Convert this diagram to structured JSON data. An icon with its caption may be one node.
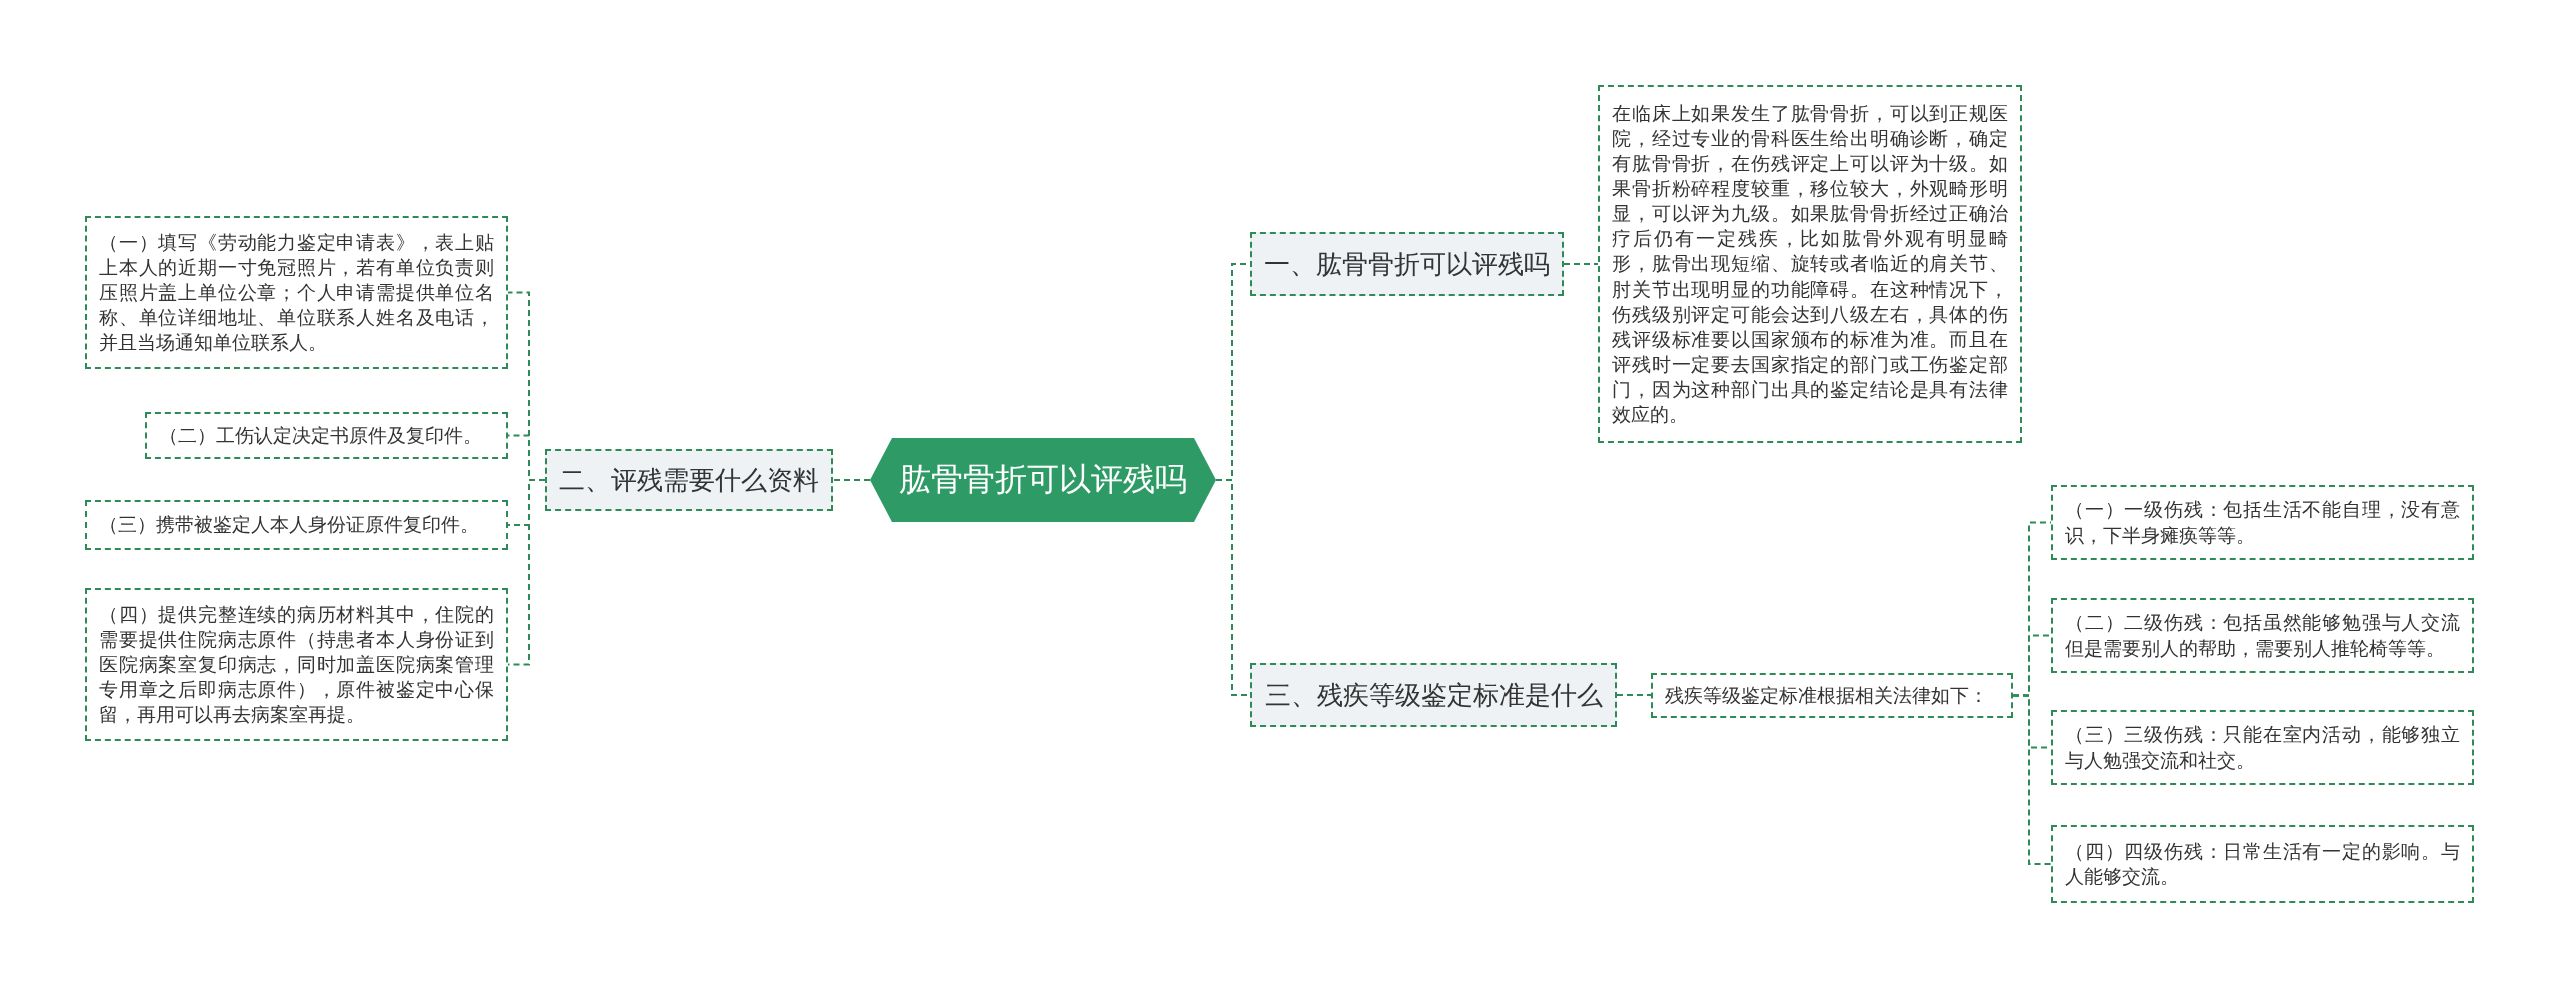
{
  "diagram": {
    "nodes": [
      {
        "text": [
          "肱骨骨折可以评残吗"
        ]
      },
      {
        "text": [
          "一、肱骨骨折可以评残吗"
        ]
      },
      {
        "text": [
          "在临床上如果发生了肱骨骨折，可以到正规医院，经过专业的骨科医生给出明确诊断，确定有肱骨骨折，在伤残评定上可以评为十级。如果骨折粉碎程度较重，移位较大，外观畸形明显，可以评为九级。如果肱骨骨折经过正确治疗后仍有一定残疾，比如肱骨外观有明显畸形，肱骨出现短缩、旋转或者临近的肩关节、肘关节出现明显的功能障碍。在这种情况下，伤残级别评定可能会达到八级左右，具体的伤残评级标准要以国家颁布的标准为准。而且在评残时一定要去国家指定的部门或工伤鉴定部门，因为这种部门出具的鉴定结论是具有法律效应的。"
        ]
      },
      {
        "text": [
          "二、评残需要什么资料"
        ]
      },
      {
        "text": [
          "（一）填写《劳动能力鉴定申请表》，表上贴上本人的近期一寸免冠照片，若有单位负责则压照片盖上单位公章；个人申请需提供单位名称、单位详细地址、单位联系人姓名及电话，并且当场通知单位联系人。"
        ]
      },
      {
        "text": [
          "（二）工伤认定决定书原件及复印件。"
        ]
      },
      {
        "text": [
          "（三）携带被鉴定人本人身份证原件复印件。"
        ]
      },
      {
        "text": [
          "（四）提供完整连续的病历材料其中，住院的需要提供住院病志原件（持患者本人身份证到医院病案室复印病志，同时加盖医院病案管理专用章之后即病志原件），原件被鉴定中心保留，再用可以再去病案室再提。"
        ]
      },
      {
        "text": [
          "三、残疾等级鉴定标准是什么"
        ]
      },
      {
        "text": [
          "残疾等级鉴定标准根据相关法律如下："
        ]
      },
      {
        "text": [
          "（一）一级伤残：包括生活不能自理，没有意识，下半身瘫痪等等。"
        ]
      },
      {
        "text": [
          "（二）二级伤残：包括虽然能够勉强与人交流但是需要别人的帮助，需要别人推轮椅等等。"
        ]
      },
      {
        "text": [
          "（三）三级伤残：只能在室内活动，能够独立与人勉强交流和社交。"
        ]
      },
      {
        "text": [
          "（四）四级伤残：日常生活有一定的影响。与人能够交流。"
        ]
      }
    ],
    "edges": [
      {
        "from": 0,
        "to": 1,
        "arrow": "none"
      },
      {
        "from": 1,
        "to": 2,
        "arrow": "none"
      },
      {
        "from": 0,
        "to": 3,
        "arrow": "none"
      },
      {
        "from": 3,
        "to": 4,
        "arrow": "none"
      },
      {
        "from": 3,
        "to": 5,
        "arrow": "none"
      },
      {
        "from": 3,
        "to": 6,
        "arrow": "none"
      },
      {
        "from": 3,
        "to": 7,
        "arrow": "none"
      },
      {
        "from": 0,
        "to": 8,
        "arrow": "none"
      },
      {
        "from": 8,
        "to": 9,
        "arrow": "none"
      },
      {
        "from": 9,
        "to": 10,
        "arrow": "none"
      },
      {
        "from": 9,
        "to": 11,
        "arrow": "none"
      },
      {
        "from": 9,
        "to": 12,
        "arrow": "none"
      },
      {
        "from": 9,
        "to": 13,
        "arrow": "none"
      }
    ]
  }
}
